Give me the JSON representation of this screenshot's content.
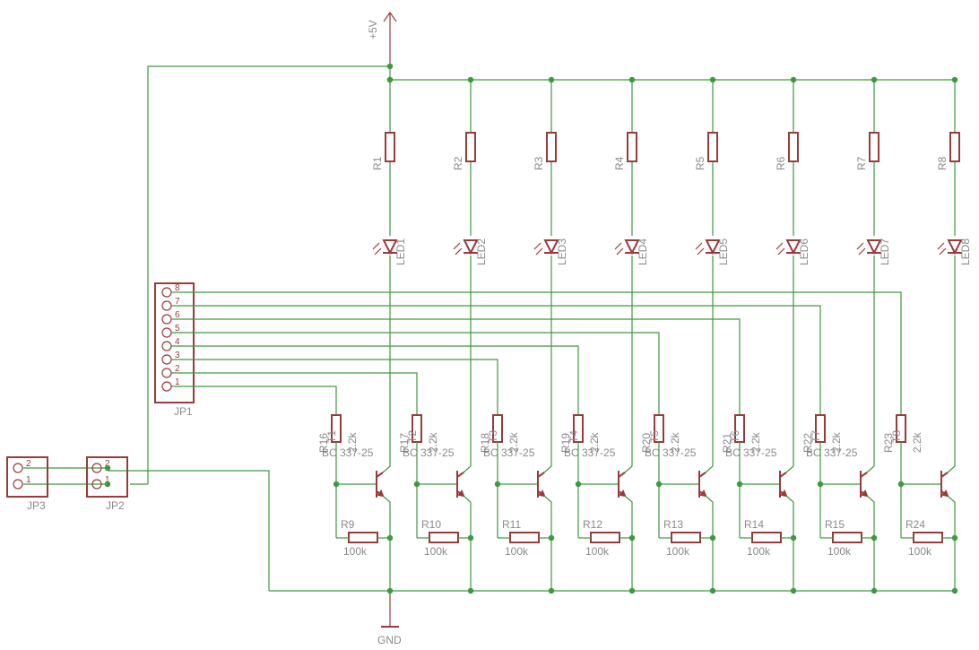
{
  "power": {
    "vcc_label": "+5V",
    "gnd_label": "GND"
  },
  "connectors": {
    "jp1": {
      "name": "JP1",
      "pins": [
        "8",
        "7",
        "6",
        "5",
        "4",
        "3",
        "2",
        "1"
      ]
    },
    "jp2": {
      "name": "JP2",
      "pins": [
        "2",
        "1"
      ]
    },
    "jp3": {
      "name": "JP3",
      "pins": [
        "2",
        "1"
      ]
    }
  },
  "channels": [
    {
      "r_top": "R1",
      "led": "LED1",
      "r_base": "R16",
      "r_base_value": "2.2k",
      "transistor": "BC 337-25",
      "r_bottom": "R9",
      "r_bottom_value": "100k"
    },
    {
      "r_top": "R2",
      "led": "LED2",
      "r_base": "R17",
      "r_base_value": "2.2k",
      "transistor": "BC 337-25",
      "r_bottom": "R10",
      "r_bottom_value": "100k"
    },
    {
      "r_top": "R3",
      "led": "LED3",
      "r_base": "R18",
      "r_base_value": "2.2k",
      "transistor": "BC 337-25",
      "r_bottom": "R11",
      "r_bottom_value": "100k"
    },
    {
      "r_top": "R4",
      "led": "LED4",
      "r_base": "R19",
      "r_base_value": "2.2k",
      "transistor": "BC 337-25",
      "r_bottom": "R12",
      "r_bottom_value": "100k"
    },
    {
      "r_top": "R5",
      "led": "LED5",
      "r_base": "R20",
      "r_base_value": "2.2k",
      "transistor": "BC 337-25",
      "r_bottom": "R13",
      "r_bottom_value": "100k"
    },
    {
      "r_top": "R6",
      "led": "LED6",
      "r_base": "R21",
      "r_base_value": "2.2k",
      "transistor": "BC 337-25",
      "r_bottom": "R14",
      "r_bottom_value": "100k"
    },
    {
      "r_top": "R7",
      "led": "LED7",
      "r_base": "R22",
      "r_base_value": "2.2k",
      "transistor": "BC 337-25",
      "r_bottom": "R15",
      "r_bottom_value": "100k"
    },
    {
      "r_top": "R8",
      "led": "LED8",
      "r_base": "R23",
      "r_base_value": "2.2k",
      "transistor": "",
      "r_bottom": "R24",
      "r_bottom_value": "100k"
    }
  ],
  "transistor_designators": [
    "T1",
    "T2",
    "T3",
    "T4",
    "T5",
    "T6",
    "T7",
    "T8"
  ]
}
